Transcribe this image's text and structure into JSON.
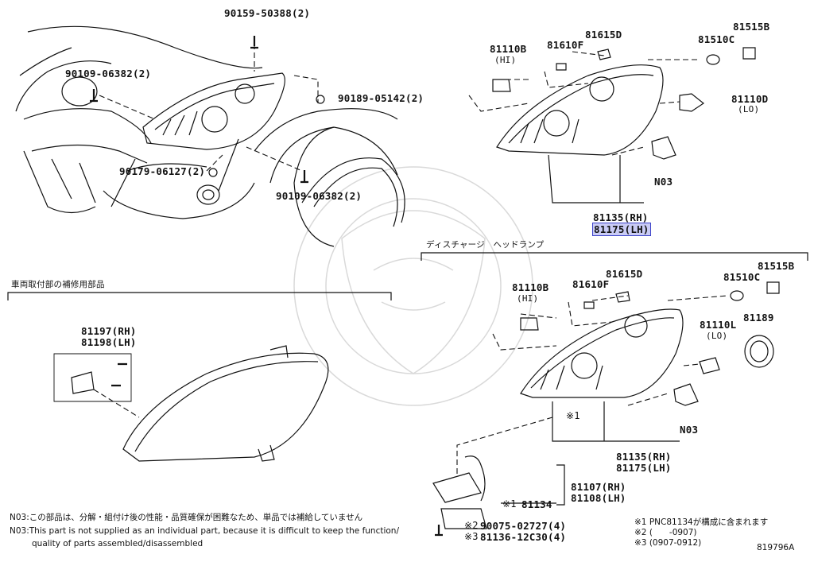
{
  "diagram_id": "819796A",
  "section_headings": {
    "discharge_headlamp": "ディスチャージ　ヘッドランプ",
    "vehicle_mount_parts": "車両取付部の補修用部品"
  },
  "upper_left_labels": {
    "bolt_top": "90159-50388(2)",
    "bolt_left": "90109-06382(2)",
    "clip_right": "90189-05142(2)",
    "screw_lower": "90179-06127(2)",
    "bolt_lower": "90109-06382(2)"
  },
  "upper_right_labels": {
    "bulb_hi": "81110B",
    "bulb_hi_sub": "(HI)",
    "bulb_1": "81610F",
    "bulb_2": "81615D",
    "bulb_3": "81510C",
    "socket": "81515B",
    "bulb_lo": "81110D",
    "bulb_lo_sub": "(LO)",
    "n03": "N03",
    "assy_rh": "81135(RH)",
    "assy_lh": "81175(LH)"
  },
  "lower_left_labels": {
    "bracket_rh": "81197(RH)",
    "bracket_lh": "81198(LH)"
  },
  "lower_right_labels": {
    "bulb_hi": "81110B",
    "bulb_hi_sub": "(HI)",
    "bulb_1": "81610F",
    "bulb_2": "81615D",
    "bulb_3": "81510C",
    "socket": "81515B",
    "bulb_lo": "81110L",
    "bulb_lo_sub": "(LO)",
    "cap": "81189",
    "n03": "N03",
    "mark1": "※1",
    "assy_rh": "81135(RH)",
    "assy_lh": "81175(LH)",
    "ballast_rh": "81107(RH)",
    "ballast_lh": "81108(LH)",
    "computer_mark": "※1",
    "computer": "81134",
    "screw_mark": "※2",
    "screw": "90075-02727(4)",
    "gasket_mark": "※3",
    "gasket": "81136-12C30(4)"
  },
  "notes": {
    "n03_jp": "N03:この部品は、分解・組付け後の性能・品質確保が困難なため、単品では補給していません",
    "n03_en_1": "N03:This part is not supplied as an individual part, because it is difficult to keep the function/",
    "n03_en_2": "quality of parts assembled/disassembled",
    "ref1": "※1 PNC81134が構成に含まれます",
    "ref2": "※2 (　　-0907)",
    "ref3": "※3 (0907-0912)"
  }
}
